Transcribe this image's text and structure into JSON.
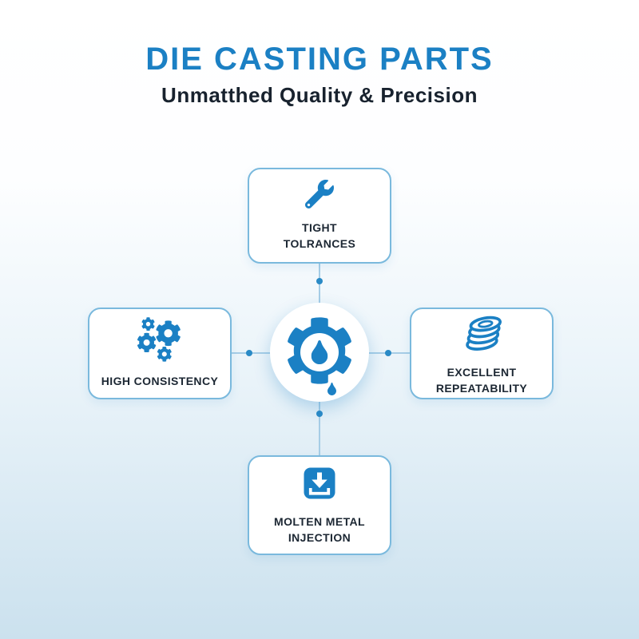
{
  "header": {
    "title": "DIE CASTING PARTS",
    "subtitle": "Unmatthed Quality & Precision"
  },
  "colors": {
    "accent": "#1b80c4",
    "card_border": "#7ab9dd",
    "connector": "#a6cde6",
    "dot": "#2a8ac6",
    "text_dark": "#1c2733",
    "background_bottom": "#cbe1ee"
  },
  "center": {
    "icon": "gear-droplet-icon"
  },
  "cards": {
    "top": {
      "icon": "wrench-icon",
      "label": "TIGHT\nTOLRANCES"
    },
    "left": {
      "icon": "gears-icon",
      "label": "HIGH CONSISTENCY"
    },
    "right": {
      "icon": "coins-stack-icon",
      "label": "EXCELLENT\nREPEATABILITY"
    },
    "bottom": {
      "icon": "molten-injection-icon",
      "label": "MOLTEN METAL\nINJECTION"
    }
  }
}
